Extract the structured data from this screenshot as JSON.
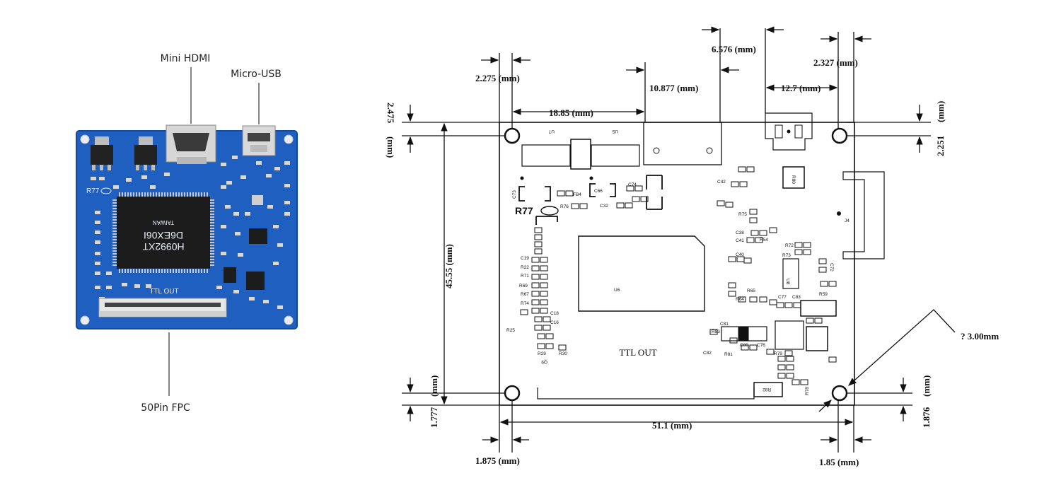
{
  "photo": {
    "labels": {
      "mini_hdmi": "Mini HDMI",
      "micro_usb": "Micro-USB",
      "fpc": "50Pin FPC"
    },
    "silkscreen": {
      "ttl_out": "TTL OUT",
      "r77": "R77",
      "chip_line1": "TAIWAN",
      "chip_line2": "D6EX06I",
      "chip_line3": "H0992XT"
    },
    "colors": {
      "board": "#1f5fbf",
      "board_dark": "#134a9c",
      "chip": "#1c1c1c",
      "pin": "#c8c8c8",
      "connector": "#d9d9d9"
    }
  },
  "drawing": {
    "dimensions": {
      "top_left_offset": "2.275  (mm)",
      "hdmi_offset": "18.85  (mm)",
      "hdmi_width": "10.877  (mm)",
      "gap_to_usb": "6.576  (mm)",
      "usb_width": "12.7  (mm)",
      "right_offset": "2.327  (mm)",
      "top_hole_left": "2.475",
      "top_hole_left_unit": "(mm)",
      "top_hole_right": "2.251",
      "top_hole_right_unit": "(mm)",
      "height": "45.55  (mm)",
      "width": "51.1  (mm)",
      "bottom_left_v": "1.777",
      "bottom_left_v_unit": "(mm)",
      "bottom_right_v": "1.876",
      "bottom_right_v_unit": "(mm)",
      "bottom_left_h": "1.875  (mm)",
      "bottom_right_h": "1.85  (mm)",
      "hole_diameter": "?  3.00mm"
    },
    "board_text": {
      "ttl_out": "TTL  OUT",
      "u6": "U6",
      "u7": "U7",
      "u5": "U5",
      "r77": "R77",
      "u8": "U8",
      "j4": "J4",
      "fb4": "FB4",
      "r76": "R76",
      "c32": "C32",
      "c73": "C73",
      "c74": "C74",
      "c66": "C66",
      "c42": "C42",
      "r80": "R80",
      "c38": "C38",
      "c41": "C41",
      "r54": "R54",
      "c40": "C40",
      "r73": "R73",
      "r75": "R75",
      "r72": "R72",
      "c72": "C72",
      "r59": "R59",
      "c77": "C77",
      "c83": "C83",
      "r65": "R65",
      "r64": "R64",
      "c81": "C81",
      "r83": "R83",
      "c82": "C82",
      "r81": "R81",
      "c80": "C80",
      "c76": "C76",
      "r79": "R79",
      "r82": "R82",
      "r78": "R78",
      "c19": "C19",
      "r22": "R22",
      "r71": "R71",
      "r69": "R69",
      "r67": "R67",
      "r74": "R74",
      "c18": "C18",
      "c16": "C16",
      "r25": "R25",
      "r29": "R29",
      "r30": "R30",
      "q9": "Q9"
    }
  }
}
